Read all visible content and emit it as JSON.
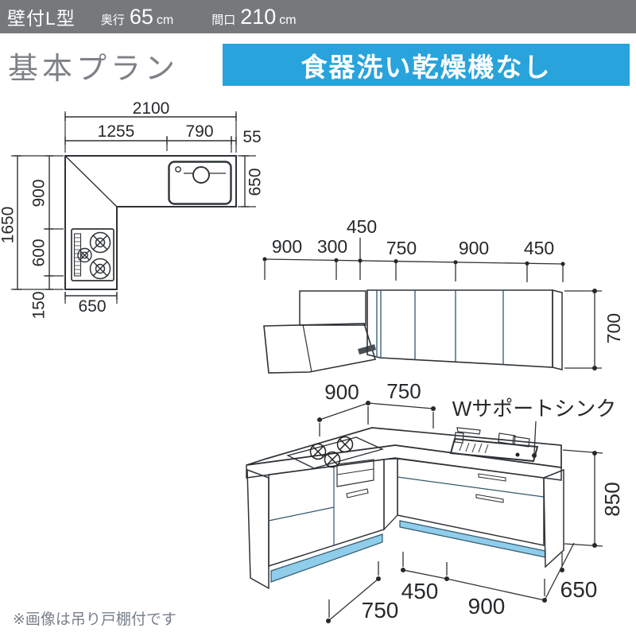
{
  "header": {
    "type_label": "壁付L型",
    "depth_label": "奥行",
    "depth_value": "65",
    "depth_unit": "cm",
    "width_label": "間口",
    "width_value": "210",
    "width_unit": "cm"
  },
  "plan": {
    "title": "基本プラン",
    "badge": "食器洗い乾燥機なし"
  },
  "floor_plan": {
    "total_width": "2100",
    "top_segments": [
      "1255",
      "790",
      "55"
    ],
    "right_depth": "650",
    "total_height": "1650",
    "left_segments": [
      "900",
      "600",
      "150"
    ],
    "leg_width": "650"
  },
  "wall_elevation": {
    "top_dims": [
      "900",
      "300",
      "450",
      "750",
      "900",
      "450"
    ],
    "height": "700"
  },
  "base_view": {
    "back_dim_left": "900",
    "back_dim_right": "750",
    "sink_label": "Wサポートシンク",
    "height": "850",
    "front_dim": "750",
    "bottom_dim_left": "450",
    "bottom_dim_right": "900",
    "right_depth": "650"
  },
  "footnote": "※画像は吊り戸棚付です",
  "colors": {
    "header_gray": "#75797C",
    "accent_cyan": "#29A3DC",
    "cabinet_blue": "#A9DCF5",
    "line_dark": "#2F3337",
    "title_gray": "#7E8287"
  }
}
